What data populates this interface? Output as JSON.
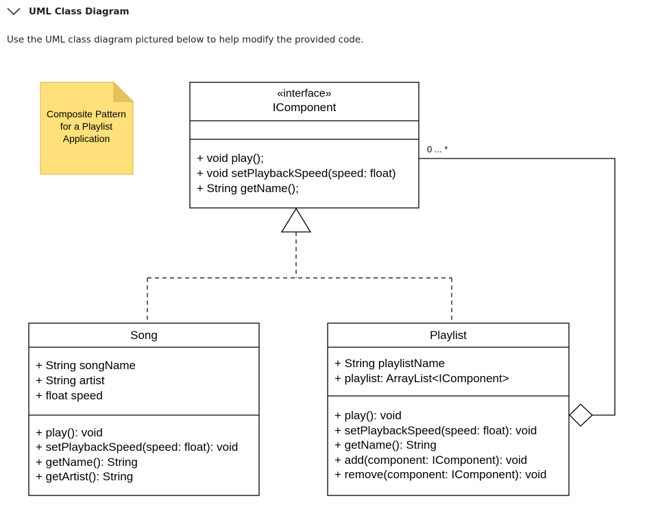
{
  "section": {
    "title": "UML Class Diagram",
    "instruction": "Use the UML class diagram pictured below to help modify the provided code.",
    "icon": "chevron-down-icon"
  },
  "note": {
    "lines": [
      "Composite Pattern",
      "for a Playlist",
      "Application"
    ],
    "color": "#FFE07A"
  },
  "interface_class": {
    "stereotype": "«interface»",
    "name": "IComponent",
    "methods": [
      "+ void play();",
      "+ void setPlaybackSpeed(speed: float)",
      "+ String getName();"
    ]
  },
  "song_class": {
    "name": "Song",
    "attributes": [
      "+ String songName",
      "+ String artist",
      "+ float speed"
    ],
    "methods": [
      "+ play(): void",
      "+ setPlaybackSpeed(speed: float): void",
      "+ getName(): String",
      "+ getArtist(): String"
    ]
  },
  "playlist_class": {
    "name": "Playlist",
    "attributes": [
      "+ String playlistName",
      "+ playlist: ArrayList<IComponent>"
    ],
    "methods": [
      "+ play(): void",
      "+ setPlaybackSpeed(speed: float): void",
      "+ getName(): String",
      "+ add(component: IComponent): void",
      "+ remove(component: IComponent): void"
    ]
  },
  "aggregation": {
    "multiplicity": "0 ... *"
  }
}
